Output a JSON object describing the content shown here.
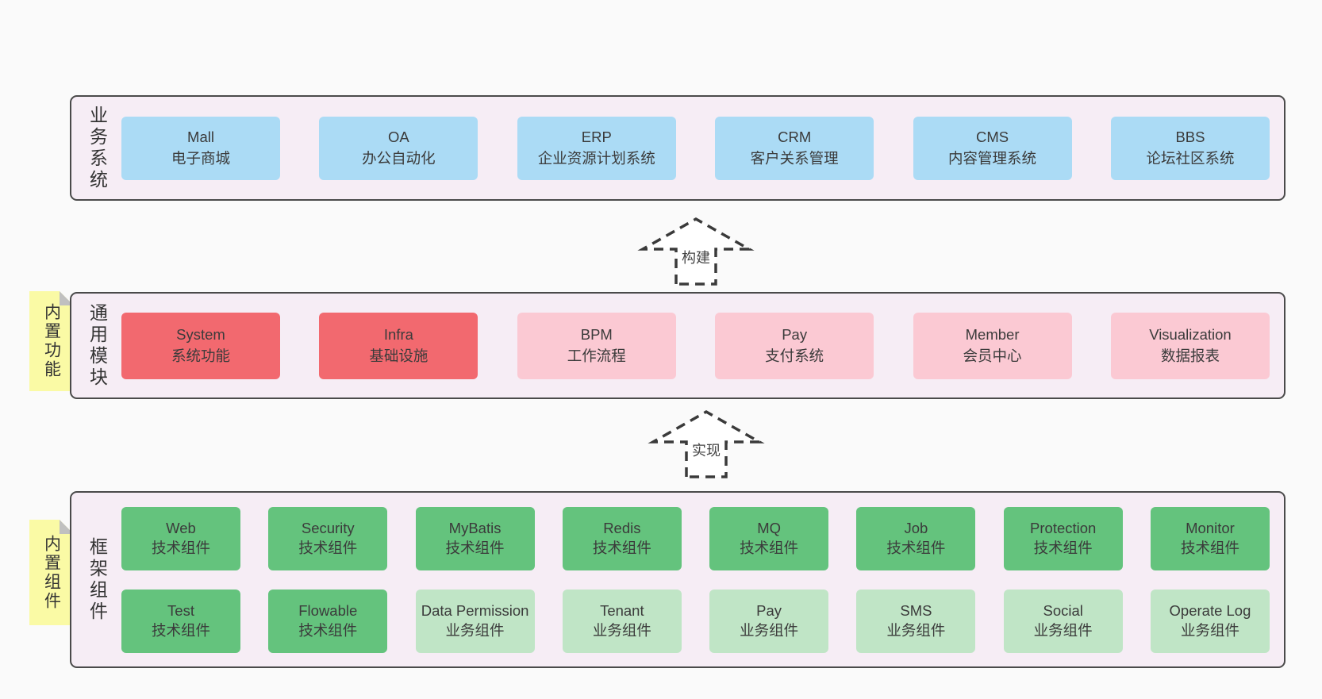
{
  "diagram": {
    "arrows": [
      {
        "label": "构建"
      },
      {
        "label": "实现"
      }
    ],
    "layers": [
      {
        "title": "业务系统",
        "boxes": [
          {
            "name": "Mall",
            "desc": "电子商城"
          },
          {
            "name": "OA",
            "desc": "办公自动化"
          },
          {
            "name": "ERP",
            "desc": "企业资源计划系统"
          },
          {
            "name": "CRM",
            "desc": "客户关系管理"
          },
          {
            "name": "CMS",
            "desc": "内容管理系统"
          },
          {
            "name": "BBS",
            "desc": "论坛社区系统"
          }
        ]
      },
      {
        "title": "通用模块",
        "note": "内置功能",
        "boxes": [
          {
            "name": "System",
            "desc": "系统功能"
          },
          {
            "name": "Infra",
            "desc": "基础设施"
          },
          {
            "name": "BPM",
            "desc": "工作流程"
          },
          {
            "name": "Pay",
            "desc": "支付系统"
          },
          {
            "name": "Member",
            "desc": "会员中心"
          },
          {
            "name": "Visualization",
            "desc": "数据报表"
          }
        ]
      },
      {
        "title": "框架组件",
        "note": "内置组件",
        "rows": [
          [
            {
              "name": "Web",
              "desc": "技术组件"
            },
            {
              "name": "Security",
              "desc": "技术组件"
            },
            {
              "name": "MyBatis",
              "desc": "技术组件"
            },
            {
              "name": "Redis",
              "desc": "技术组件"
            },
            {
              "name": "MQ",
              "desc": "技术组件"
            },
            {
              "name": "Job",
              "desc": "技术组件"
            },
            {
              "name": "Protection",
              "desc": "技术组件"
            },
            {
              "name": "Monitor",
              "desc": "技术组件"
            }
          ],
          [
            {
              "name": "Test",
              "desc": "技术组件"
            },
            {
              "name": "Flowable",
              "desc": "技术组件"
            },
            {
              "name": "Data Permission",
              "desc": "业务组件"
            },
            {
              "name": "Tenant",
              "desc": "业务组件"
            },
            {
              "name": "Pay",
              "desc": "业务组件"
            },
            {
              "name": "SMS",
              "desc": "业务组件"
            },
            {
              "name": "Social",
              "desc": "业务组件"
            },
            {
              "name": "Operate Log",
              "desc": "业务组件"
            }
          ]
        ]
      }
    ],
    "colors": {
      "page_bg": "#fafafa",
      "layer_bg": "#f6edf5",
      "layer_border": "#4a4a4a",
      "blue": "#abdbf5",
      "red": "#f2696f",
      "pink": "#fbc9d3",
      "green": "#64c37d",
      "light_green": "#c0e5c6",
      "note_yellow": "#fafaa5",
      "note_fold": "#c0c0c0",
      "text": "#3b3b3b"
    }
  }
}
